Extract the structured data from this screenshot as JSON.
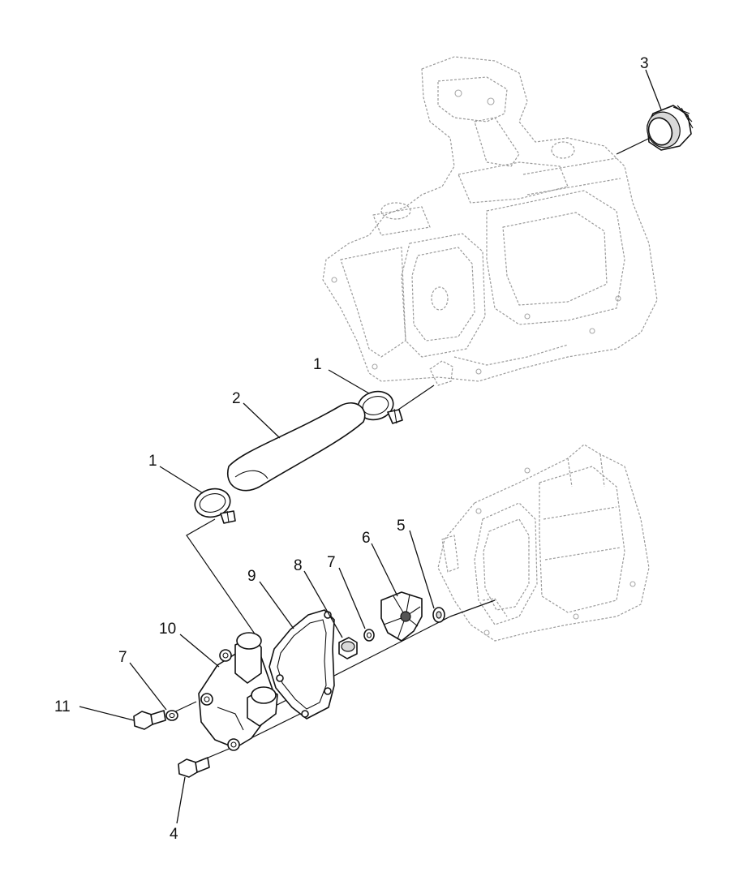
{
  "callouts": {
    "c3": "3",
    "c1_upper": "1",
    "c2": "2",
    "c1_lower": "1",
    "c5": "5",
    "c6": "6",
    "c7_upper": "7",
    "c8": "8",
    "c9": "9",
    "c10": "10",
    "c7_lower": "7",
    "c11": "11",
    "c4": "4"
  }
}
